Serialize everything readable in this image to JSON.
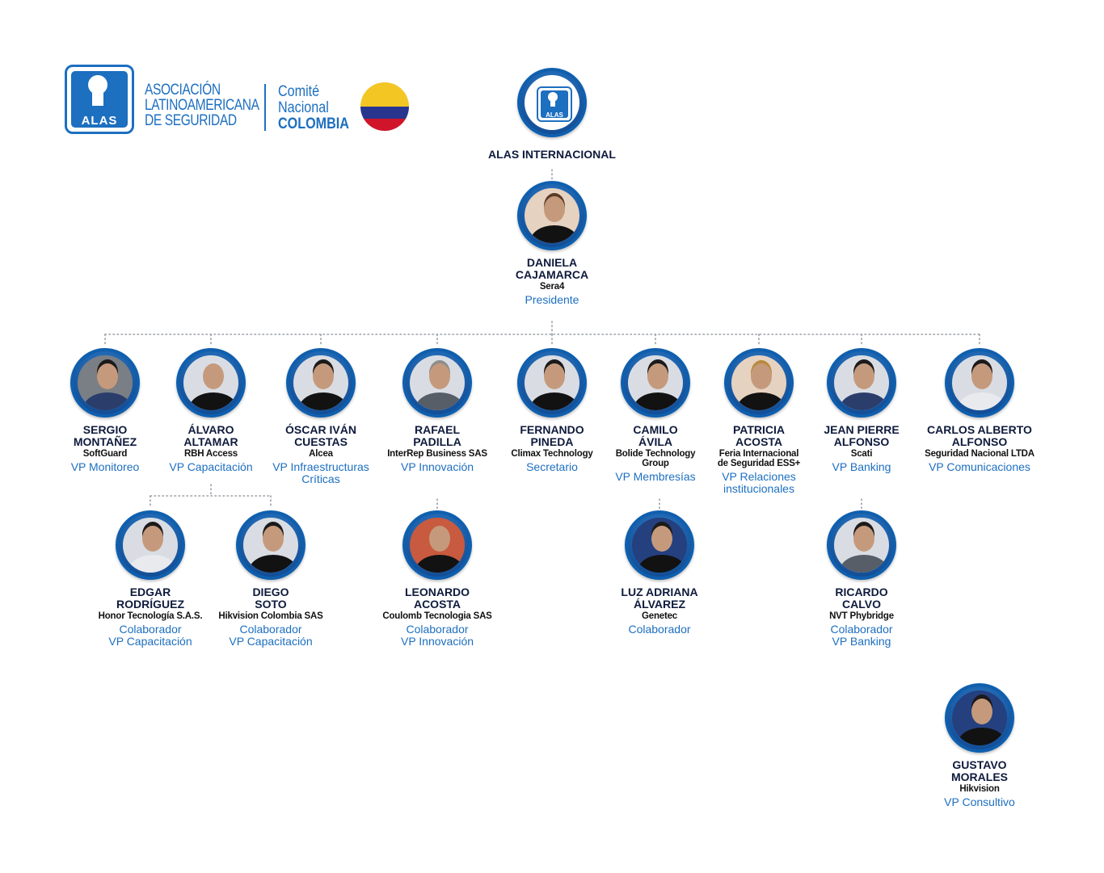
{
  "header": {
    "logo_abbr": "ALAS",
    "org_lines": [
      "ASOCIACIÓN",
      "LATINOAMERICANA",
      "DE SEGURIDAD"
    ],
    "committee_lines": [
      "Comité",
      "Nacional"
    ],
    "country": "COLOMBIA",
    "flag_icon": "colombia-flag-icon",
    "brand_color": "#1d6fc0"
  },
  "root": {
    "logo_abbr": "ALAS",
    "label": "ALAS INTERNACIONAL"
  },
  "president": {
    "name": "DANIELA\nCAJAMARCA",
    "company": "Sera4",
    "role": "Presidente"
  },
  "vps": [
    {
      "name": "SERGIO\nMONTAÑEZ",
      "company": "SoftGuard",
      "role": "VP Monitoreo"
    },
    {
      "name": "ÁLVARO\nALTAMAR",
      "company": "RBH Access",
      "role": "VP Capacitación"
    },
    {
      "name": "ÓSCAR IVÁN\nCUESTAS",
      "company": "Alcea",
      "role": "VP Infraestructuras\nCríticas"
    },
    {
      "name": "RAFAEL\nPADILLA",
      "company": "InterRep Business SAS",
      "role": "VP Innovación"
    },
    {
      "name": "FERNANDO\nPINEDA",
      "company": "Climax Technology",
      "role": "Secretario"
    },
    {
      "name": "CAMILO\nÁVILA",
      "company": "Bolide Technology\nGroup",
      "role": "VP Membresías"
    },
    {
      "name": "PATRICIA\nACOSTA",
      "company": "Feria Internacional\nde Seguridad ESS+",
      "role": "VP Relaciones\ninstitucionales"
    },
    {
      "name": "JEAN PIERRE\nALFONSO",
      "company": "Scati",
      "role": "VP Banking"
    },
    {
      "name": "CARLOS ALBERTO\nALFONSO",
      "company": "Seguridad Nacional LTDA",
      "role": "VP Comunicaciones"
    }
  ],
  "collaborators": [
    {
      "name": "EDGAR\nRODRÍGUEZ",
      "company": "Honor Tecnología S.A.S.",
      "role": "Colaborador\nVP Capacitación"
    },
    {
      "name": "DIEGO\nSOTO",
      "company": "Hikvision Colombia SAS",
      "role": "Colaborador\nVP Capacitación"
    },
    {
      "name": "LEONARDO\nACOSTA",
      "company": "Coulomb Tecnologia SAS",
      "role": "Colaborador\nVP Innovación"
    },
    {
      "name": "LUZ ADRIANA\nÁLVAREZ",
      "company": "Genetec",
      "role": "Colaborador"
    },
    {
      "name": "RICARDO\nCALVO",
      "company": "NVT Phybridge",
      "role": "Colaborador\nVP Banking"
    }
  ],
  "consultant": {
    "name": "GUSTAVO\nMORALES",
    "company": "Hikvision",
    "role": "VP Consultivo"
  }
}
